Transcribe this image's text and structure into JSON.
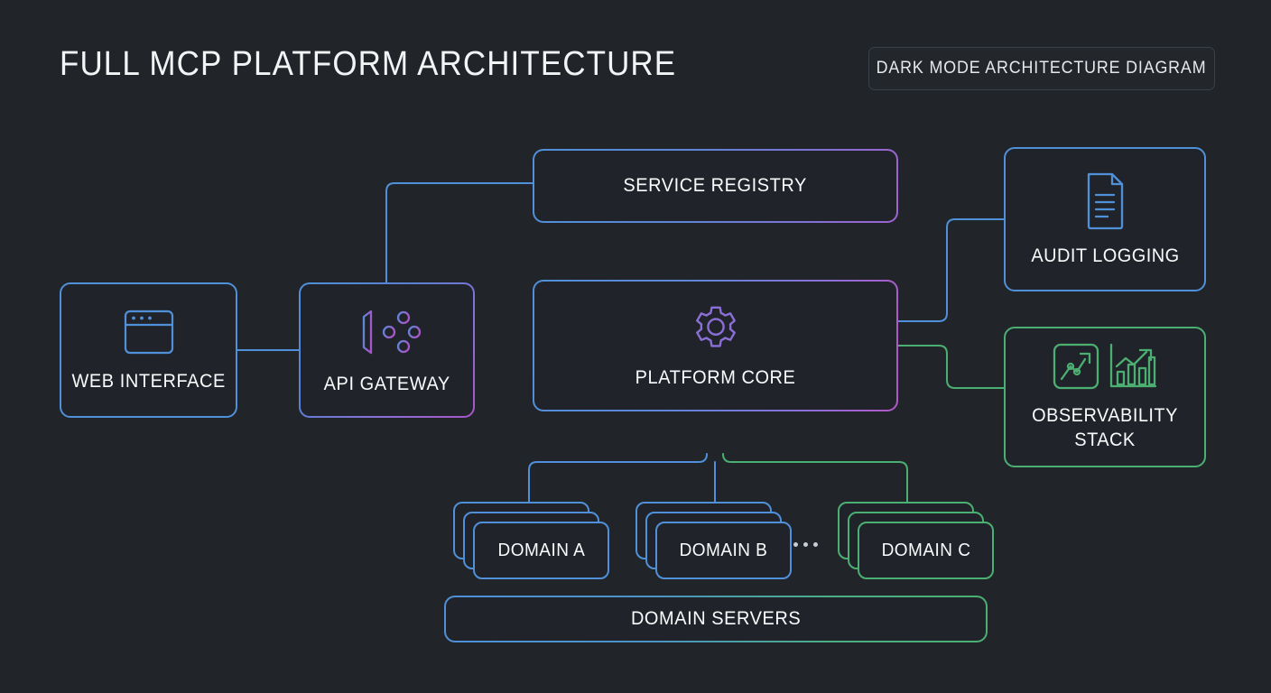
{
  "header": {
    "title": "FULL MCP PLATFORM ARCHITECTURE",
    "badge_label": "DARK MODE ARCHITECTURE DIAGRAM"
  },
  "colors": {
    "background": "#212529",
    "node_fill": "#20242a",
    "blue": "#4f90d9",
    "purple": "#a855c9",
    "green": "#4caf72",
    "text": "#fafbfc",
    "badge_border": "#3a4048"
  },
  "nodes": {
    "web_interface": {
      "label": "WEB INTERFACE",
      "icon": "browser-window-icon",
      "accent": "#4f90d9"
    },
    "api_gateway": {
      "label": "API GATEWAY",
      "icon": "gateway-network-icon",
      "accent": "#8b6fd6"
    },
    "service_registry": {
      "label": "SERVICE REGISTRY",
      "icon": "none",
      "accent": "#8470d4"
    },
    "platform_core": {
      "label": "PLATFORM CORE",
      "icon": "gear-icon",
      "accent": "#8b6fd6"
    },
    "audit_logging": {
      "label": "AUDIT LOGGING",
      "icon": "document-lines-icon",
      "accent": "#4f90d9"
    },
    "observability_stack": {
      "label": "OBSERVABILITY STACK",
      "icon": "line-chart-icon,bar-chart-icon",
      "accent": "#4caf72"
    },
    "domain_servers": {
      "label": "DOMAIN SERVERS",
      "icon": "none",
      "accent": "#4caf72"
    }
  },
  "domains": [
    {
      "label": "DOMAIN A",
      "accent": "#4f90d9",
      "stack_count": 3
    },
    {
      "label": "DOMAIN B",
      "accent": "#4f90d9",
      "stack_count": 3
    },
    {
      "label": "DOMAIN C",
      "accent": "#4caf72",
      "stack_count": 3
    }
  ],
  "ellipsis": "...",
  "connections": [
    {
      "from": "web_interface",
      "to": "api_gateway",
      "color": "#4f90d9"
    },
    {
      "from": "api_gateway",
      "to": "service_registry",
      "color": "#4f90d9"
    },
    {
      "from": "api_gateway",
      "to": "platform_core",
      "color": "#8b6fd6"
    },
    {
      "from": "service_registry",
      "to": "platform_core",
      "color": "#7a76d4"
    },
    {
      "from": "platform_core",
      "to": "audit_logging",
      "color": "#4f90d9"
    },
    {
      "from": "platform_core",
      "to": "observability_stack",
      "color": "#4caf72"
    },
    {
      "from": "platform_core",
      "to": "domain_a",
      "color": "#4f90d9"
    },
    {
      "from": "platform_core",
      "to": "domain_b",
      "color": "#4f90d9"
    },
    {
      "from": "platform_core",
      "to": "domain_c",
      "color": "#4caf72"
    }
  ]
}
